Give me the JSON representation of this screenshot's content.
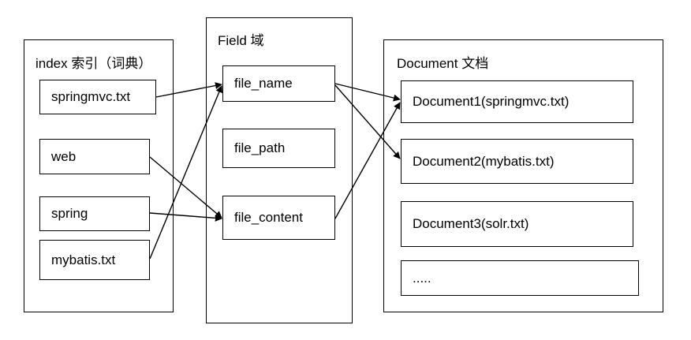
{
  "index_panel": {
    "title": "index 索引（词典）",
    "terms": [
      "springmvc.txt",
      "web",
      "spring",
      "mybatis.txt"
    ]
  },
  "field_panel": {
    "title": "Field 域",
    "fields": [
      "file_name",
      "file_path",
      "file_content"
    ]
  },
  "document_panel": {
    "title": "Document 文档",
    "documents": [
      "Document1(springmvc.txt)",
      "Document2(mybatis.txt)",
      "Document3(solr.txt)",
      "....."
    ]
  },
  "connections": [
    {
      "from": "index.springmvc.txt",
      "to": "field.file_name"
    },
    {
      "from": "index.web",
      "to": "field.file_content"
    },
    {
      "from": "index.spring",
      "to": "field.file_content"
    },
    {
      "from": "index.mybatis.txt",
      "to": "field.file_name"
    },
    {
      "from": "field.file_name",
      "to": "document.Document1(springmvc.txt)"
    },
    {
      "from": "field.file_name",
      "to": "document.Document2(mybatis.txt)"
    },
    {
      "from": "field.file_content",
      "to": "document.Document1(springmvc.txt)"
    }
  ],
  "colors": {
    "line": "#000000",
    "background": "#ffffff"
  }
}
